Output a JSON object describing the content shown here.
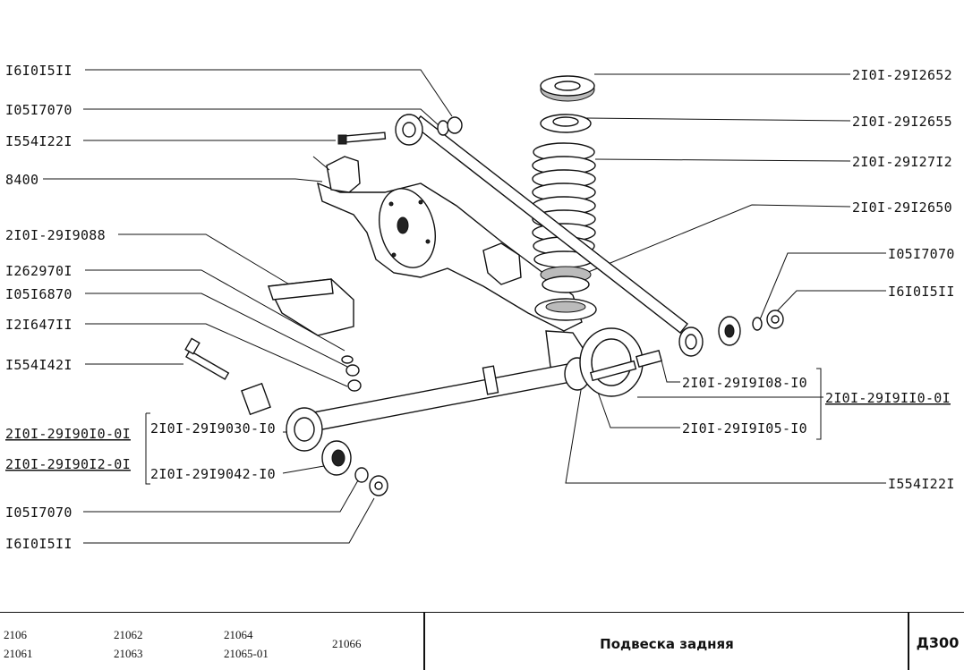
{
  "labels": {
    "l1": "I6I0I5II",
    "l2": "I05I7070",
    "l3": "I554I22I",
    "l4": "8400",
    "l5": "2I0I-29I9088",
    "l6": "I262970I",
    "l7": "I05I6870",
    "l8": "I2I647II",
    "l9": "I554I42I",
    "l10": "2I0I-29I90I0-0I",
    "l11": "2I0I-29I9030-I0",
    "l12": "2I0I-29I90I2-0I",
    "l13": "2I0I-29I9042-I0",
    "l14": "I05I7070",
    "l15": "I6I0I5II",
    "r1": "2I0I-29I2652",
    "r2": "2I0I-29I2655",
    "r3": "2I0I-29I27I2",
    "r4": "2I0I-29I2650",
    "r5": "I05I7070",
    "r6": "I6I0I5II",
    "r7": "2I0I-29I9I08-I0",
    "r8": "2I0I-29I9II0-0I",
    "r9": "2I0I-29I9I05-I0",
    "r10": "I554I22I"
  },
  "footer": {
    "models_col1": [
      "2106",
      "21061"
    ],
    "models_col2": [
      "21062",
      "21063"
    ],
    "models_col3": [
      "21064",
      "21065-01"
    ],
    "models_col4": "21066",
    "title": "Подвеска задняя",
    "code": "Д300"
  }
}
